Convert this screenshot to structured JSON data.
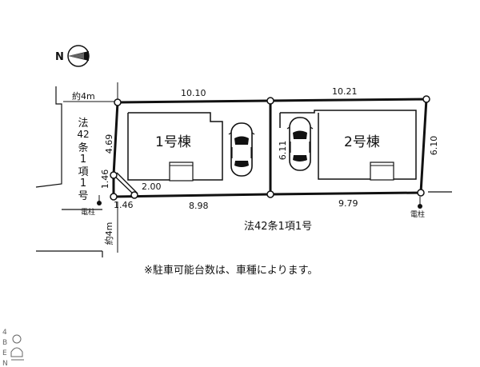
{
  "compass": {
    "north": "N"
  },
  "buildings": [
    {
      "label": "1号棟"
    },
    {
      "label": "2号棟"
    }
  ],
  "dimensions": {
    "top_left": "10.10",
    "top_right": "10.21",
    "bottom_left": "8.98",
    "bottom_right": "9.79",
    "left_side": "4.69",
    "left_lower": "1.46",
    "corner_bottom": "1.46",
    "corner_diag": "2.00",
    "middle": "6.11",
    "right_side": "6.10"
  },
  "roads": {
    "front_road": "法42条1項1号",
    "side_road_vertical": [
      "法",
      "42",
      "条",
      "1",
      "項",
      "1",
      "号"
    ],
    "upper_width": "約4m",
    "lower_width": "約4m"
  },
  "poles": {
    "left": "電柱",
    "right": "電柱"
  },
  "note": "※駐車可能台数は、車種によります。",
  "logo": {
    "text": "4BEN"
  }
}
